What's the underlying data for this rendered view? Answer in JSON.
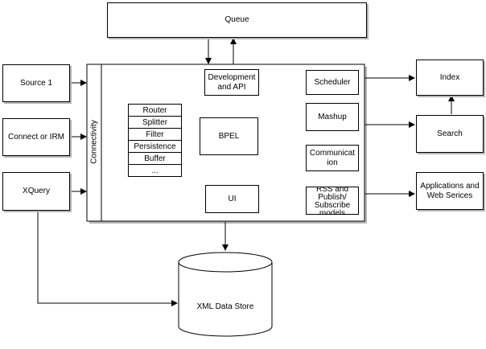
{
  "diagram": {
    "queue": "Queue",
    "sources": [
      "Source 1",
      "Connect or IRM",
      "XQuery"
    ],
    "connectivity": "Connectivity",
    "development_api": "Development and API",
    "stack": [
      "Router",
      "Splitter",
      "Filter",
      "Persistence",
      "Buffer",
      "..."
    ],
    "bpel": "BPEL",
    "ui": "UI",
    "scheduler": "Scheduler",
    "mashup": "Mashup",
    "communication": "Communication",
    "rss": "RSS and Publish/ Subscribe models",
    "index": "Index",
    "search": "Search",
    "applications": "Applications and Web Serices",
    "xml_store": "XML Data Store"
  }
}
